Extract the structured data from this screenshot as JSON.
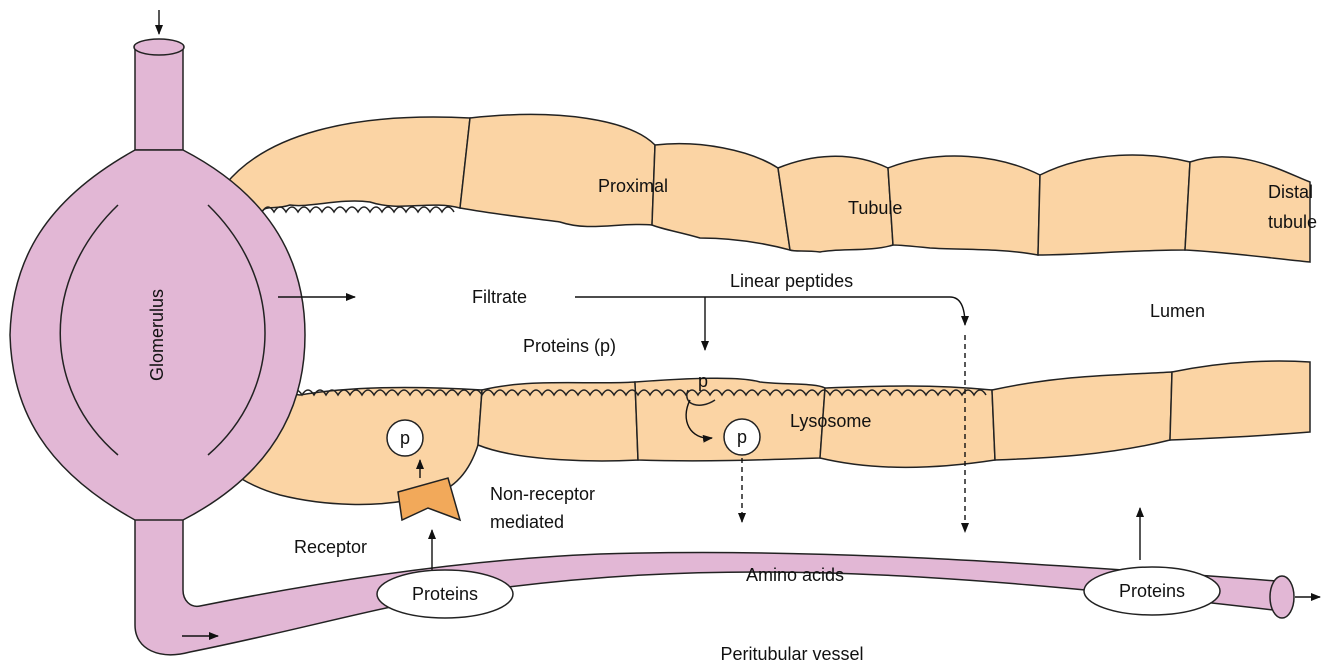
{
  "colors": {
    "tubule_cell": "#fbd4a4",
    "vessel": "#e2b7d5",
    "receptor": "#f2a95a",
    "outline": "#222222"
  },
  "labels": {
    "glomerulus": "Glomerulus",
    "proximal": "Proximal",
    "tubule": "Tubule",
    "distal_tubule_line1": "Distal",
    "distal_tubule_line2": "tubule",
    "filtrate": "Filtrate",
    "linear_peptides": "Linear peptides",
    "lumen": "Lumen",
    "proteins_p": "Proteins (p)",
    "p_surface": "p",
    "p_vesicle_left": "p",
    "p_vesicle_right": "p",
    "lysosome": "Lysosome",
    "non_receptor_line1": "Non-receptor",
    "non_receptor_line2": "mediated",
    "receptor": "Receptor",
    "amino_acids": "Amino acids",
    "proteins_left": "Proteins",
    "proteins_right": "Proteins",
    "peritubular_vessel": "Peritubular vessel"
  }
}
